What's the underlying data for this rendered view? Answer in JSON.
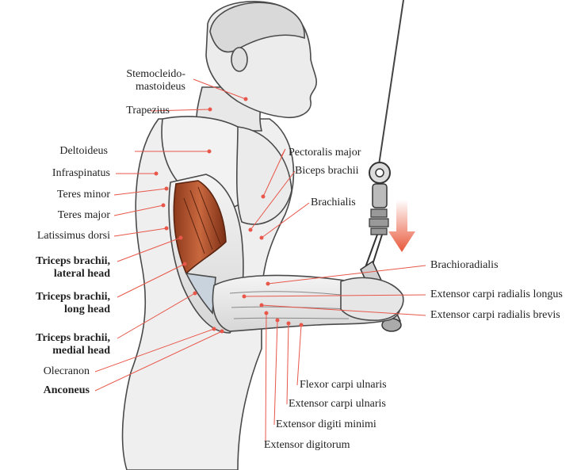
{
  "labels": {
    "sternocleido": [
      "Stemocleido-",
      "mastoideus"
    ],
    "trapezius": "Trapezius",
    "deltoideus": "Deltoideus",
    "infraspinatus": "Infraspinatus",
    "teres_minor": "Teres minor",
    "teres_major": "Teres major",
    "latissimus": "Latissimus dorsi",
    "triceps_lateral": [
      "Triceps brachii,",
      "lateral head"
    ],
    "triceps_long": [
      "Triceps brachii,",
      "long head"
    ],
    "triceps_medial": [
      "Triceps brachii,",
      "medial head"
    ],
    "olecranon": "Olecranon",
    "anconeus": "Anconeus",
    "pectoralis": "Pectoralis major",
    "biceps": "Biceps brachii",
    "brachialis": "Brachialis",
    "brachioradialis": "Brachioradialis",
    "ecr_longus": "Extensor carpi radialis longus",
    "ecr_brevis": "Extensor carpi radialis brevis",
    "flexor_carpi_ulnaris": "Flexor carpi ulnaris",
    "extensor_carpi_ulnaris": "Extensor carpi ulnaris",
    "extensor_digiti_minimi": "Extensor digiti minimi",
    "extensor_digitorum": "Extensor digitorum"
  },
  "colors": {
    "leader": "#e8574a",
    "ink": "#4a4a4a",
    "skin": "#eeeeee",
    "muscle_highlight": "#b8522e",
    "arrow": "#e8573a"
  },
  "icons": {
    "arrow": "down-arrow-icon"
  }
}
